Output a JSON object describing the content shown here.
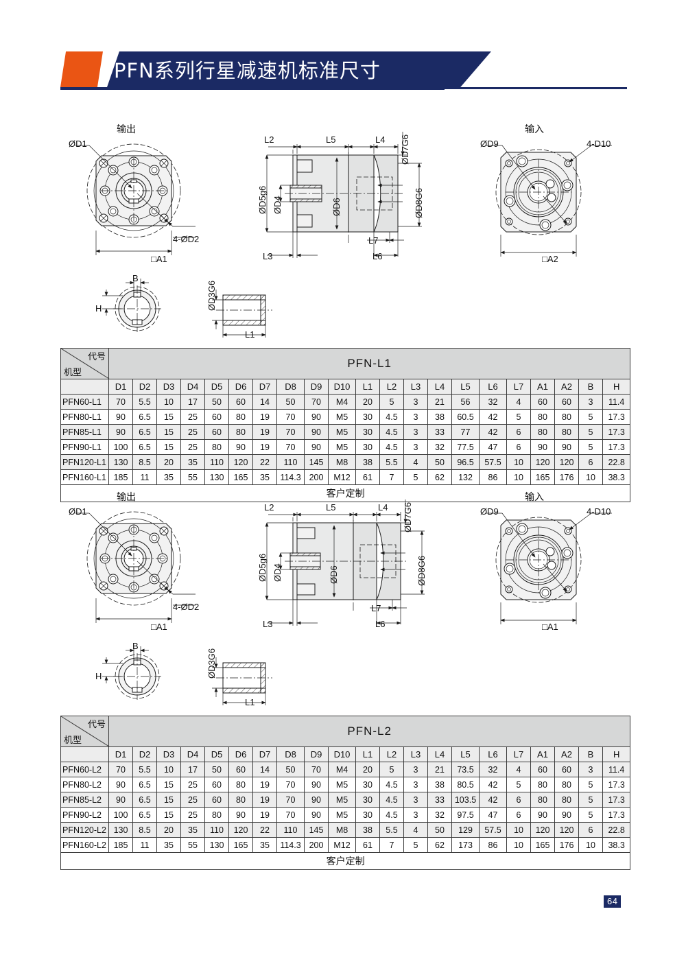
{
  "header": {
    "title": "PFN系列行星减速机标准尺寸",
    "accent_orange": "#ea5514",
    "accent_navy": "#1b2a64"
  },
  "drawings": {
    "block1": {
      "output_view": {
        "title": "输出",
        "labels": {
          "bore": "ØD1",
          "holes": "4-ØD2",
          "square": "□A1"
        }
      },
      "section_view": {
        "labels": {
          "l2": "L2",
          "l5": "L5",
          "l4": "L4",
          "l3": "L3",
          "l6": "L6",
          "l7": "L7",
          "d7": "ØD7G6",
          "d8": "ØD8G6",
          "d5": "ØD5g6",
          "d4": "ØD4",
          "d6": "ØD6"
        }
      },
      "input_view": {
        "title": "输入",
        "labels": {
          "bore": "ØD9",
          "holes": "4-D10",
          "square": "□A2"
        }
      },
      "key_detail": {
        "labels": {
          "b": "B",
          "h": "H"
        }
      },
      "bush_detail": {
        "labels": {
          "d3": "ØD3G6",
          "l1": "L1"
        }
      }
    },
    "block2": {
      "output_view": {
        "title": "输出",
        "labels": {
          "bore": "ØD1",
          "holes": "4-ØD2",
          "square": "□A1"
        }
      },
      "section_view": {
        "labels": {
          "l2": "L2",
          "l5": "L5",
          "l4": "L4",
          "l3": "L3",
          "l6": "L6",
          "l7": "L7",
          "d7": "ØD7G6",
          "d8": "ØD8G6",
          "d5": "ØD5g6",
          "d4": "ØD4",
          "d6": "ØD6"
        }
      },
      "input_view": {
        "title": "输入",
        "labels": {
          "bore": "ØD9",
          "holes": "4-D10",
          "square": "□A1"
        }
      },
      "key_detail": {
        "labels": {
          "b": "B",
          "h": "H"
        }
      },
      "bush_detail": {
        "labels": {
          "d3": "ØD3G6",
          "l1": "L1"
        }
      }
    }
  },
  "tables": [
    {
      "corner_top": "代号",
      "corner_bottom": "机型",
      "band_title": "PFN-L1",
      "columns": [
        "D1",
        "D2",
        "D3",
        "D4",
        "D5",
        "D6",
        "D7",
        "D8",
        "D9",
        "D10",
        "L1",
        "L2",
        "L3",
        "L4",
        "L5",
        "L6",
        "L7",
        "A1",
        "A2",
        "B",
        "H"
      ],
      "rows": [
        {
          "model": "PFN60-L1",
          "values": [
            "70",
            "5.5",
            "10",
            "17",
            "50",
            "60",
            "14",
            "50",
            "70",
            "M4",
            "20",
            "5",
            "3",
            "21",
            "56",
            "32",
            "4",
            "60",
            "60",
            "3",
            "11.4"
          ]
        },
        {
          "model": "PFN80-L1",
          "values": [
            "90",
            "6.5",
            "15",
            "25",
            "60",
            "80",
            "19",
            "70",
            "90",
            "M5",
            "30",
            "4.5",
            "3",
            "38",
            "60.5",
            "42",
            "5",
            "80",
            "80",
            "5",
            "17.3"
          ]
        },
        {
          "model": "PFN85-L1",
          "values": [
            "90",
            "6.5",
            "15",
            "25",
            "60",
            "80",
            "19",
            "70",
            "90",
            "M5",
            "30",
            "4.5",
            "3",
            "33",
            "77",
            "42",
            "6",
            "80",
            "80",
            "5",
            "17.3"
          ]
        },
        {
          "model": "PFN90-L1",
          "values": [
            "100",
            "6.5",
            "15",
            "25",
            "80",
            "90",
            "19",
            "70",
            "90",
            "M5",
            "30",
            "4.5",
            "3",
            "32",
            "77.5",
            "47",
            "6",
            "90",
            "90",
            "5",
            "17.3"
          ]
        },
        {
          "model": "PFN120-L1",
          "values": [
            "130",
            "8.5",
            "20",
            "35",
            "110",
            "120",
            "22",
            "110",
            "145",
            "M8",
            "38",
            "5.5",
            "4",
            "50",
            "96.5",
            "57.5",
            "10",
            "120",
            "120",
            "6",
            "22.8"
          ]
        },
        {
          "model": "PFN160-L1",
          "values": [
            "185",
            "11",
            "35",
            "55",
            "130",
            "165",
            "35",
            "114.3",
            "200",
            "M12",
            "61",
            "7",
            "5",
            "62",
            "132",
            "86",
            "10",
            "165",
            "176",
            "10",
            "38.3"
          ]
        }
      ],
      "footer": "客户定制"
    },
    {
      "corner_top": "代号",
      "corner_bottom": "机型",
      "band_title": "PFN-L2",
      "columns": [
        "D1",
        "D2",
        "D3",
        "D4",
        "D5",
        "D6",
        "D7",
        "D8",
        "D9",
        "D10",
        "L1",
        "L2",
        "L3",
        "L4",
        "L5",
        "L6",
        "L7",
        "A1",
        "A2",
        "B",
        "H"
      ],
      "rows": [
        {
          "model": "PFN60-L2",
          "values": [
            "70",
            "5.5",
            "10",
            "17",
            "50",
            "60",
            "14",
            "50",
            "70",
            "M4",
            "20",
            "5",
            "3",
            "21",
            "73.5",
            "32",
            "4",
            "60",
            "60",
            "3",
            "11.4"
          ]
        },
        {
          "model": "PFN80-L2",
          "values": [
            "90",
            "6.5",
            "15",
            "25",
            "60",
            "80",
            "19",
            "70",
            "90",
            "M5",
            "30",
            "4.5",
            "3",
            "38",
            "80.5",
            "42",
            "5",
            "80",
            "80",
            "5",
            "17.3"
          ]
        },
        {
          "model": "PFN85-L2",
          "values": [
            "90",
            "6.5",
            "15",
            "25",
            "60",
            "80",
            "19",
            "70",
            "90",
            "M5",
            "30",
            "4.5",
            "3",
            "33",
            "103.5",
            "42",
            "6",
            "80",
            "80",
            "5",
            "17.3"
          ]
        },
        {
          "model": "PFN90-L2",
          "values": [
            "100",
            "6.5",
            "15",
            "25",
            "80",
            "90",
            "19",
            "70",
            "90",
            "M5",
            "30",
            "4.5",
            "3",
            "32",
            "97.5",
            "47",
            "6",
            "90",
            "90",
            "5",
            "17.3"
          ]
        },
        {
          "model": "PFN120-L2",
          "values": [
            "130",
            "8.5",
            "20",
            "35",
            "110",
            "120",
            "22",
            "110",
            "145",
            "M8",
            "38",
            "5.5",
            "4",
            "50",
            "129",
            "57.5",
            "10",
            "120",
            "120",
            "6",
            "22.8"
          ]
        },
        {
          "model": "PFN160-L2",
          "values": [
            "185",
            "11",
            "35",
            "55",
            "130",
            "165",
            "35",
            "114.3",
            "200",
            "M12",
            "61",
            "7",
            "5",
            "62",
            "173",
            "86",
            "10",
            "165",
            "176",
            "10",
            "38.3"
          ]
        }
      ],
      "footer": "客户定制"
    }
  ],
  "footer": {
    "page_number": "64"
  }
}
